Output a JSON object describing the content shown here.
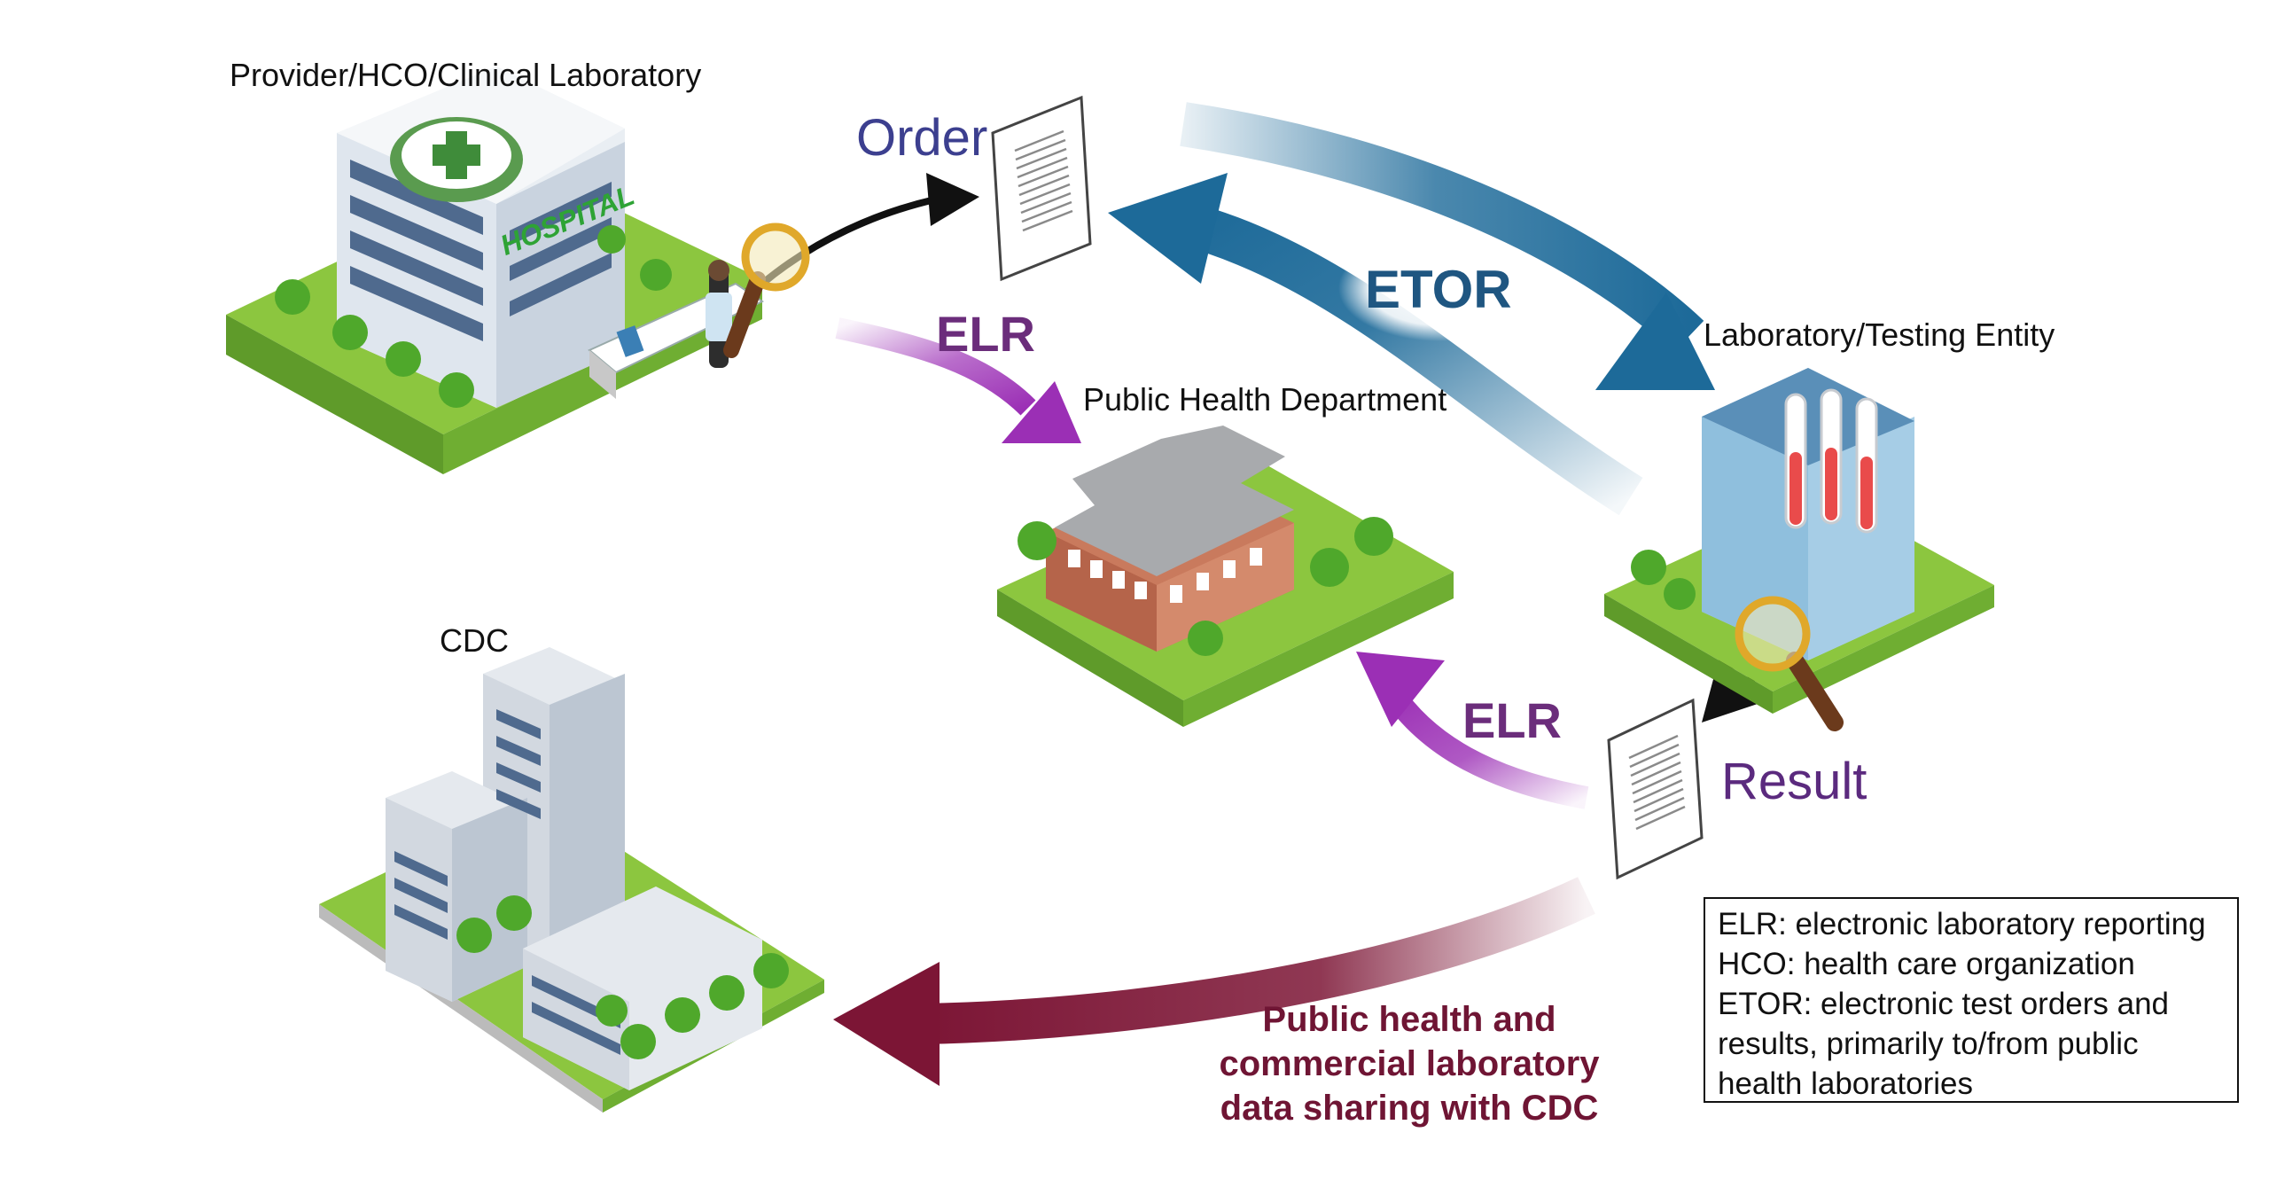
{
  "nodes": {
    "provider": "Provider/HCO/Clinical Laboratory",
    "public_health": "Public Health Department",
    "laboratory": "Laboratory/Testing Entity",
    "cdc": "CDC"
  },
  "hospital_sign": "HOSPITAL",
  "flows": {
    "order": "Order",
    "result": "Result",
    "elr_top": "ELR",
    "elr_bottom": "ELR",
    "etor": "ETOR",
    "cdc_sharing": [
      "Public health and",
      "commercial laboratory",
      "data sharing with CDC"
    ]
  },
  "legend": [
    "ELR: electronic laboratory reporting",
    "HCO: health care organization",
    "ETOR: electronic test orders and",
    "results, primarily to/from public",
    "health laboratories"
  ],
  "colors": {
    "etor_arrow": "#1d6a99",
    "elr_arrow": "#9b2fb5",
    "cdc_arrow": "#7c1535",
    "grass": "#8cc63f",
    "order_text": "#3c3f8f",
    "result_text": "#5b2a7e"
  }
}
